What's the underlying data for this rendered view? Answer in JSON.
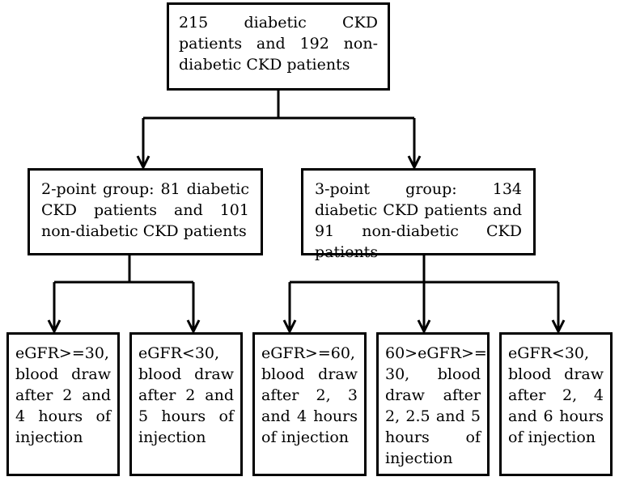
{
  "flowchart": {
    "top": {
      "text": "215 diabetic CKD patients and 192 non-diabetic CKD patients"
    },
    "groups": [
      {
        "text": "2-point group: 81 diabetic CKD patients and 101 non-diabetic CKD patients"
      },
      {
        "text": "3-point group: 134 diabetic CKD patients and 91 non-diabetic CKD patients"
      }
    ],
    "subgroups": [
      {
        "text": "eGFR>=30, blood draw after 2 and 4 hours of injection"
      },
      {
        "text": "eGFR<30, blood draw after 2 and 5 hours of injection"
      },
      {
        "text": "eGFR>=60, blood draw after 2, 3 and 4 hours of injection"
      },
      {
        "text": "60>eGFR>= 30, blood draw after 2, 2.5 and 5 hours of injection"
      },
      {
        "text": "eGFR<30, blood draw after 2, 4 and 6 hours of injection"
      }
    ]
  }
}
